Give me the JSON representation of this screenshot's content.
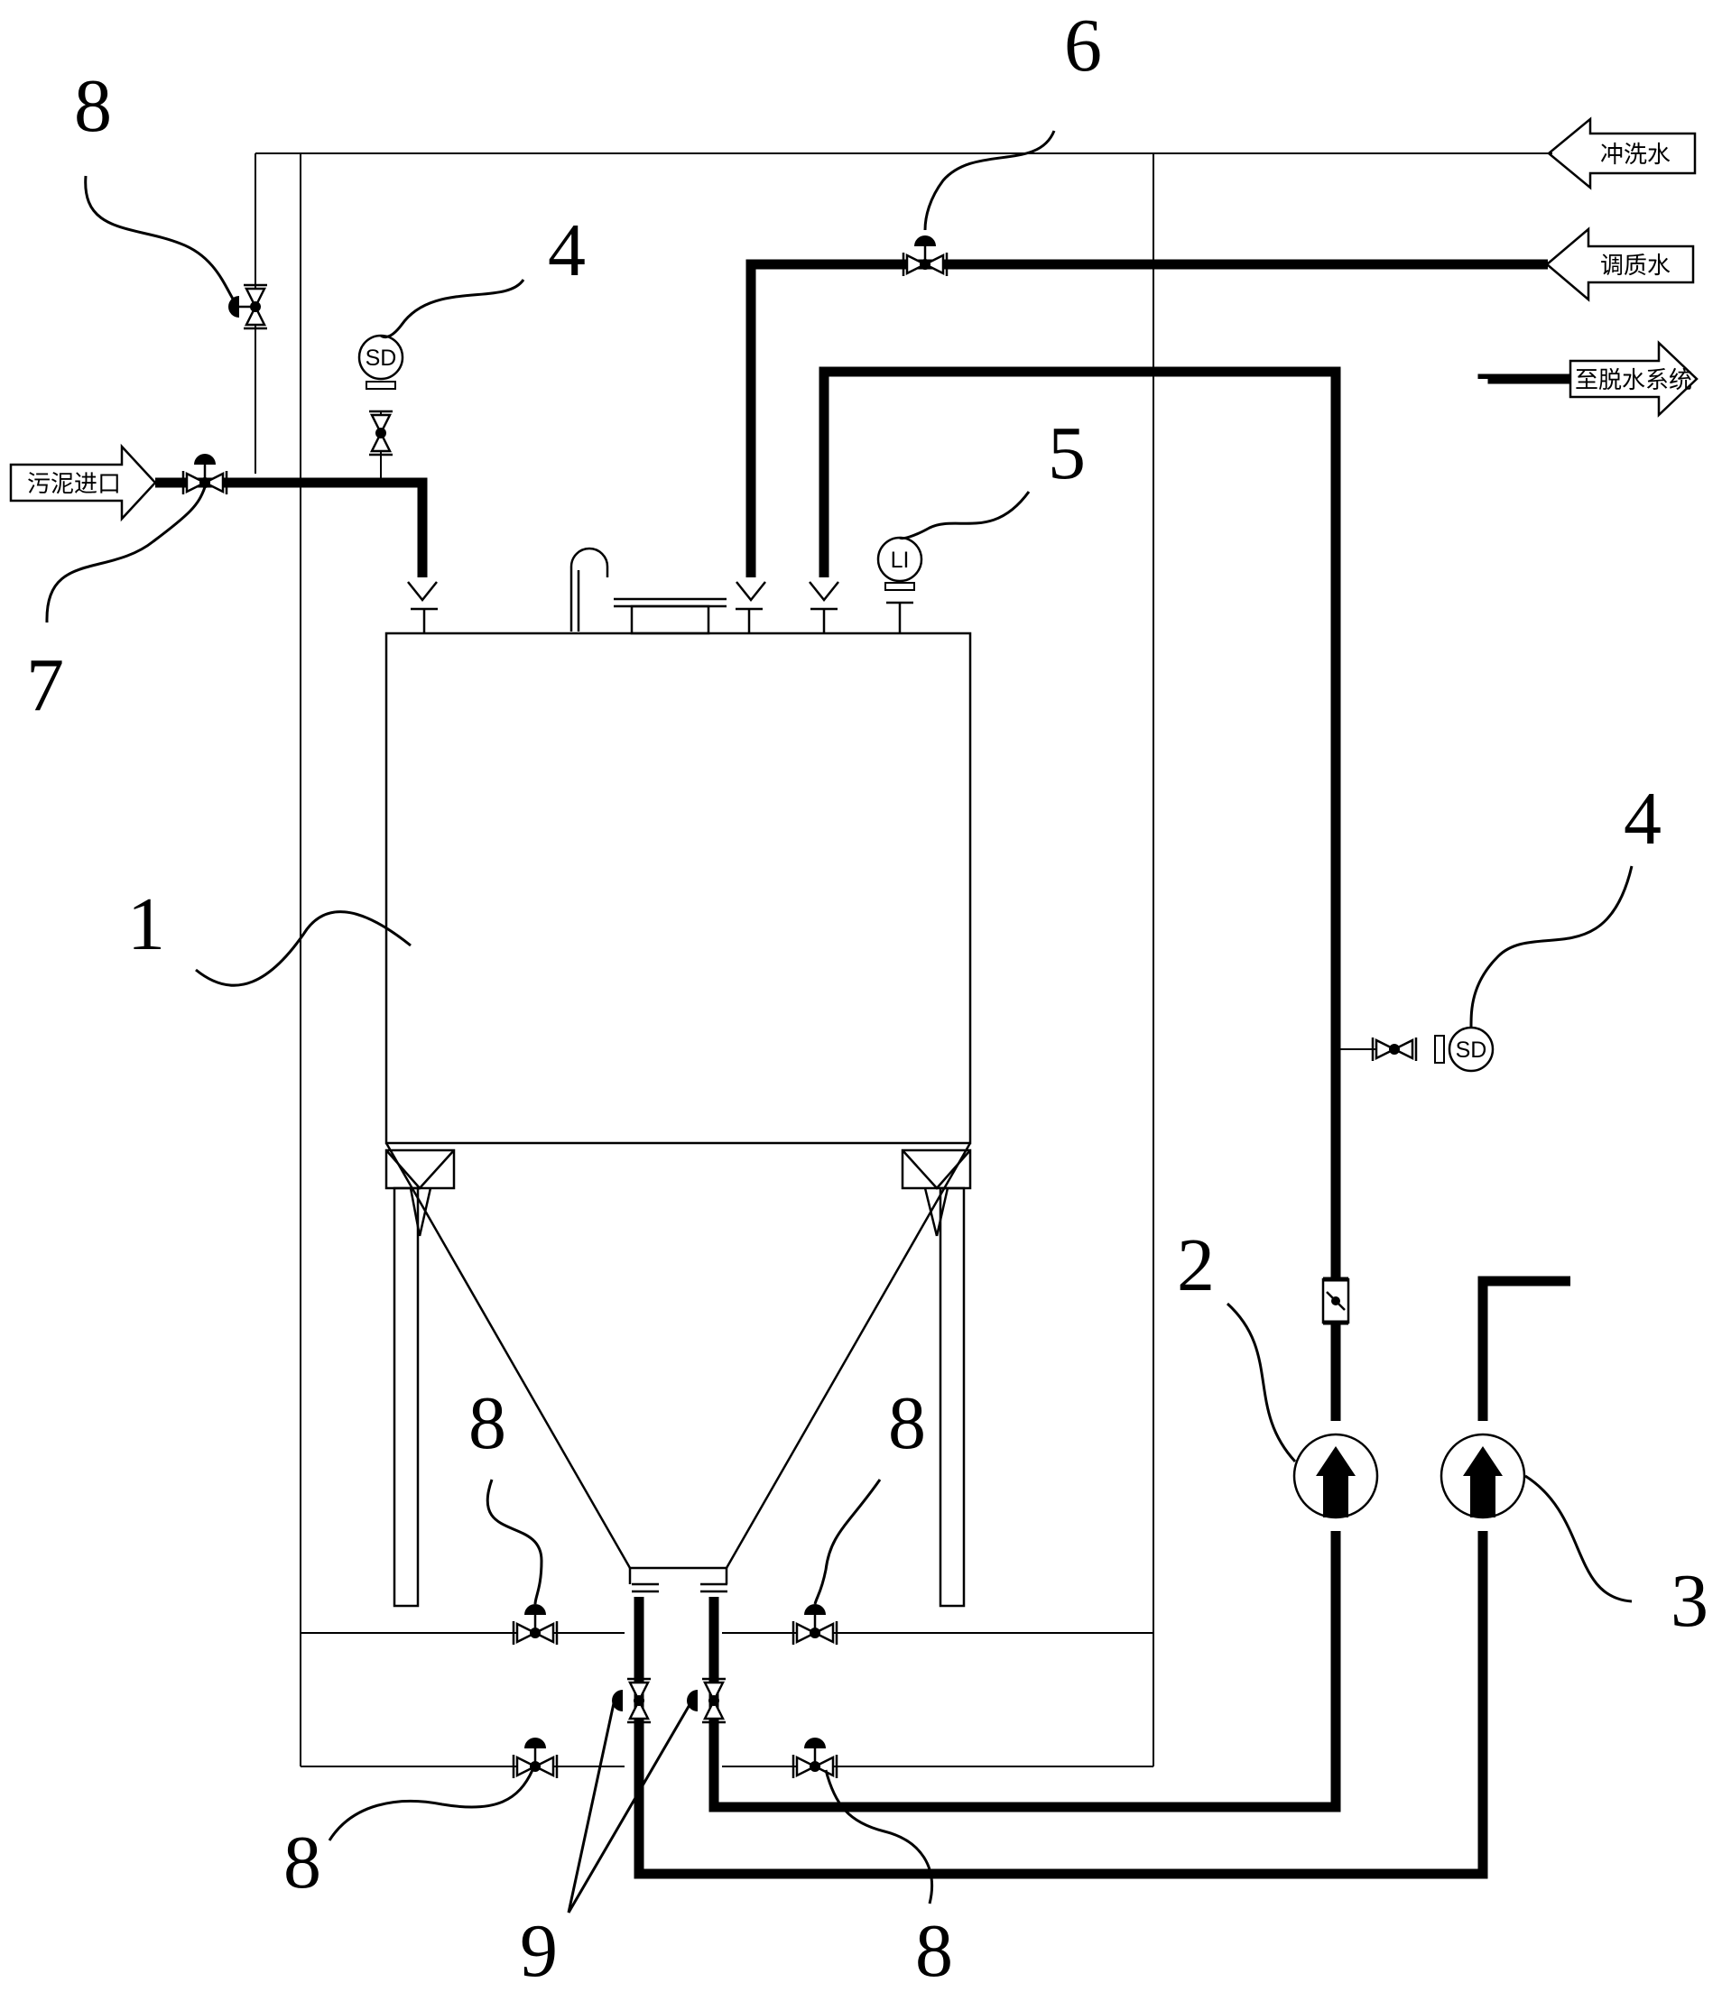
{
  "flags": {
    "flush_water": "冲洗水",
    "conditioning_water": "调质水",
    "sludge_inlet": "污泥进口",
    "to_dewatering": "至脱水系统"
  },
  "instruments": {
    "sd": "SD",
    "li": "LI"
  },
  "labels": {
    "tank": "1",
    "pump_circulation": "2",
    "pump_feed": "3",
    "sd_top": "4",
    "sd_right": "4",
    "level_indicator": "5",
    "valve_conditioning": "6",
    "valve_inlet": "7",
    "valve_top_left": "8",
    "valve_bottom_left_upper": "8",
    "valve_bottom_right_upper": "8",
    "valve_bottom_left_lower": "8",
    "valve_bottom_right_lower": "8",
    "bottom_valves": "9"
  }
}
